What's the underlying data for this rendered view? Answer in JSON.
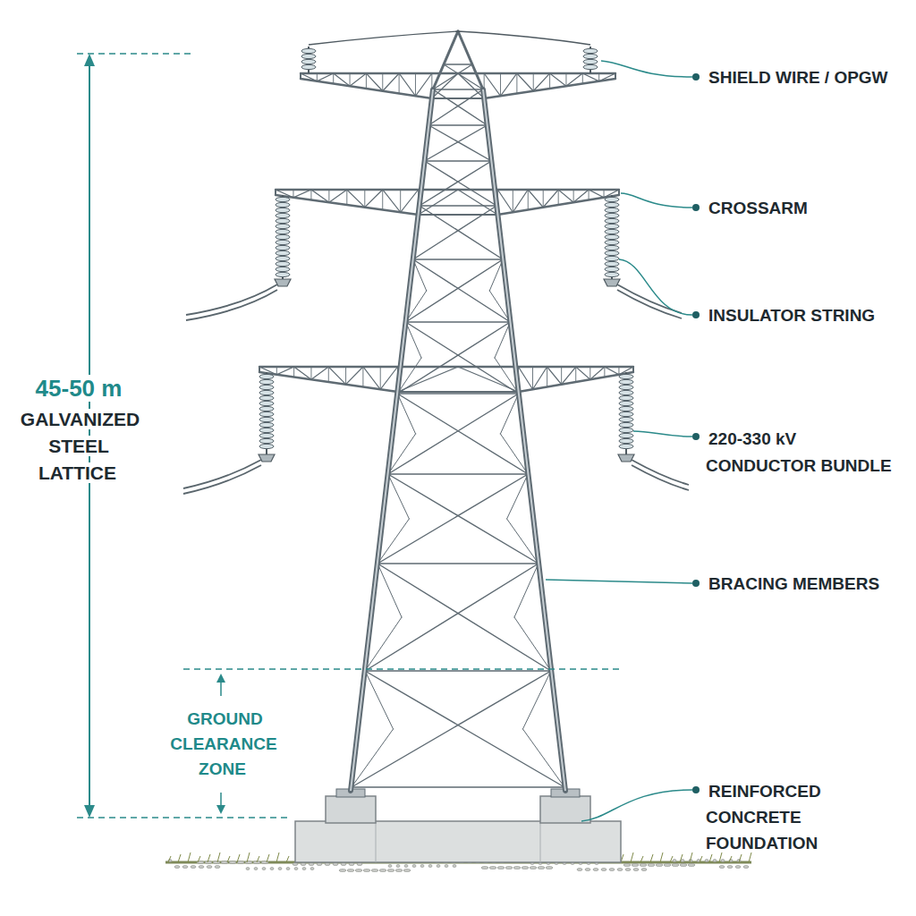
{
  "diagram": {
    "labels": [
      "SHIELD WIRE / OPGW",
      "CROSSARM",
      "INSULATOR STRING",
      "220-330 kV CONDUCTOR BUNDLE",
      "BRACING MEMBERS",
      "REINFORCED CONCRETE FOUNDATION",
      "45-50 m",
      "GALVANIZED STEEL LATTICE",
      "GROUND CLEARANCE ZONE"
    ]
  }
}
